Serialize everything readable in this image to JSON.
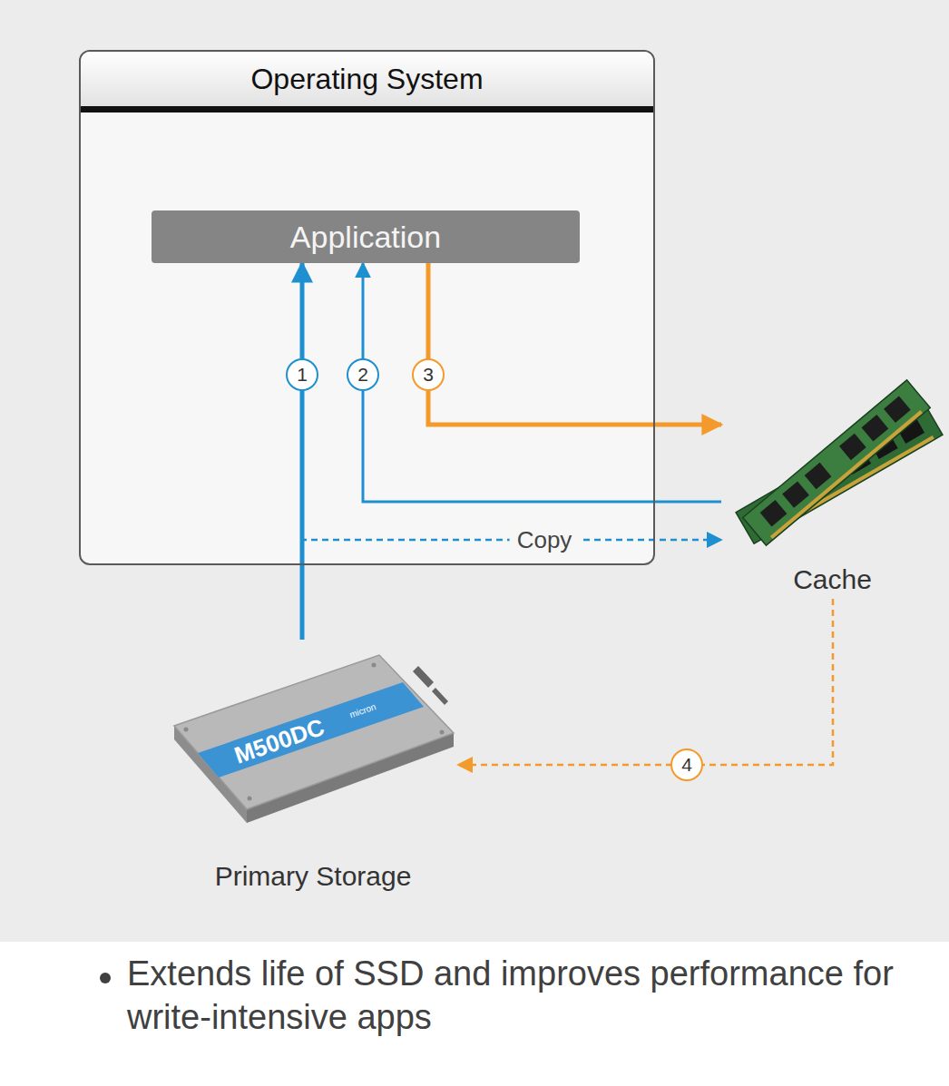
{
  "diagram": {
    "nodes": [
      {
        "text": [
          "Operating System"
        ]
      },
      {
        "text": [
          "Application"
        ],
        "in": 0
      },
      {
        "text": [
          "Cache"
        ]
      },
      {
        "text": [
          "Primary Storage"
        ]
      }
    ],
    "edges": [
      {
        "from": 3,
        "to": 1,
        "label": "1",
        "arrow": "to"
      },
      {
        "from": 2,
        "to": 1,
        "label": "2",
        "arrow": "to"
      },
      {
        "from": 1,
        "to": 2,
        "label": "3",
        "arrow": "to"
      },
      {
        "from": 2,
        "to": 3,
        "label": "4",
        "arrow": "to"
      },
      {
        "from": 3,
        "to": 2,
        "label": "Copy",
        "arrow": "to"
      }
    ],
    "labels": [
      "M500DC",
      "micron",
      "Extends life of SSD and improves performance for write-intensive apps"
    ]
  }
}
